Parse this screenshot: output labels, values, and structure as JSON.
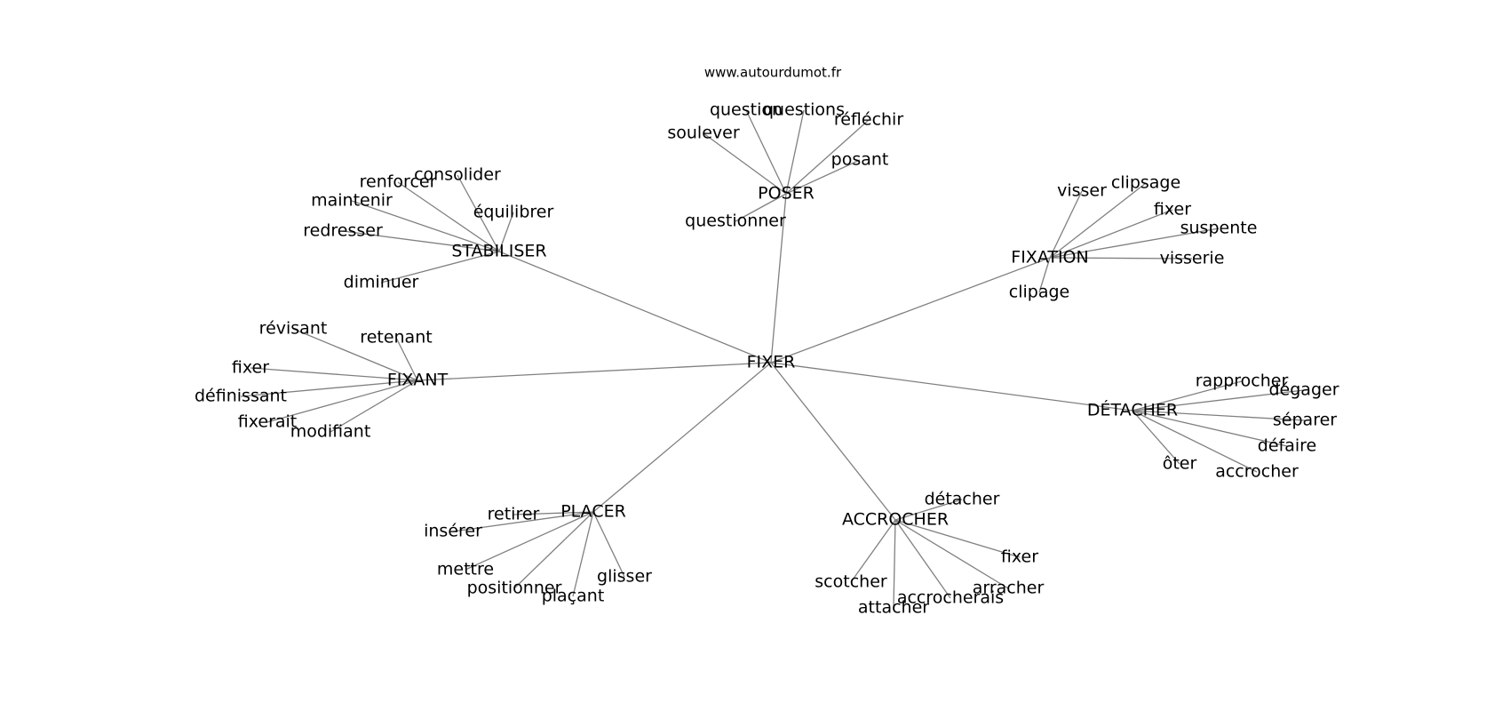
{
  "source": "www.autourdumot.fr",
  "graph": {
    "center": "FIXER",
    "clusters": [
      {
        "hub": "POSER",
        "leaves": [
          "questionner",
          "soulever",
          "question",
          "questions",
          "réfléchir",
          "posant"
        ]
      },
      {
        "hub": "STABILISER",
        "leaves": [
          "consolider",
          "renforcer",
          "maintenir",
          "équilibrer",
          "redresser",
          "diminuer"
        ]
      },
      {
        "hub": "FIXATION",
        "leaves": [
          "visser",
          "clipsage",
          "fixer",
          "suspente",
          "visserie",
          "clipage"
        ]
      },
      {
        "hub": "FIXANT",
        "leaves": [
          "révisant",
          "retenant",
          "fixer",
          "définissant",
          "fixerait",
          "modifiant"
        ]
      },
      {
        "hub": "DÉTACHER",
        "leaves": [
          "rapprocher",
          "dégager",
          "séparer",
          "défaire",
          "ôter",
          "accrocher"
        ]
      },
      {
        "hub": "PLACER",
        "leaves": [
          "retirer",
          "insérer",
          "mettre",
          "positionner",
          "plaçant",
          "glisser"
        ]
      },
      {
        "hub": "ACCROCHER",
        "leaves": [
          "détacher",
          "fixer",
          "arracher",
          "accrocherais",
          "attacher",
          "scotcher"
        ]
      }
    ]
  }
}
